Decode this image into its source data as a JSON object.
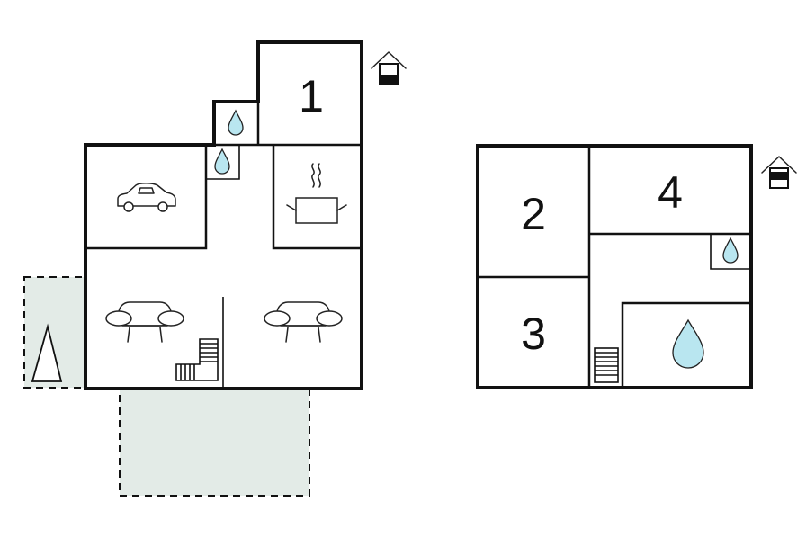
{
  "colors": {
    "wall": "#111111",
    "terrace_fill": "#e3ebe7",
    "water": "#b9e6f0",
    "background": "#ffffff"
  },
  "rooms": [
    {
      "id": "room-1",
      "label": "1"
    },
    {
      "id": "room-2",
      "label": "2"
    },
    {
      "id": "room-3",
      "label": "3"
    },
    {
      "id": "room-4",
      "label": "4"
    }
  ],
  "icons": [
    "house-entrance-icon",
    "water-drop-icon",
    "car-icon",
    "cooking-pot-icon",
    "sofa-icon",
    "stairs-icon",
    "tree-icon",
    "pool-drop-icon"
  ]
}
